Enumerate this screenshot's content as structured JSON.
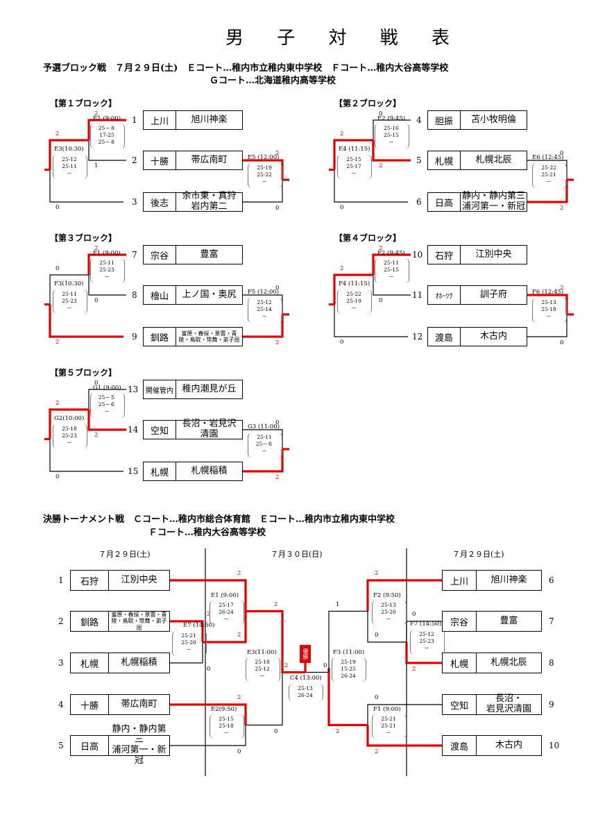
{
  "title": "男 子 対 戦 表",
  "prelim": {
    "header_line1": "予選ブロック戦　７月２９日(土)　Ｅコート…稚内市立稚内東中学校　Ｆコート…稚内大谷高等学校",
    "header_line2": "Ｇコート…北海道稚内高等学校",
    "blocks": [
      {
        "label": "【第１ブロック】",
        "side": "right",
        "teams": [
          {
            "no": "1",
            "pref": "上川",
            "school": "旭川神楽"
          },
          {
            "no": "2",
            "pref": "十勝",
            "school": "帯広南町"
          },
          {
            "no": "3",
            "pref": "後志",
            "school": "余市東・真狩\n岩内第二"
          }
        ],
        "m1": {
          "label": "E1 (9:00)",
          "scores": [
            "25－８",
            "17-25",
            "25－８"
          ],
          "top": "2",
          "bottom": "1"
        },
        "m2": {
          "label": "E3(10:30)",
          "scores": [
            "25-12",
            "25-11",
            "－"
          ],
          "top": "2",
          "bottom": "0"
        },
        "m3": {
          "label": "E5 (12:00)",
          "scores": [
            "25-19",
            "25-22",
            "－"
          ],
          "top": "2",
          "bottom": "0"
        }
      },
      {
        "label": "【第２ブロック】",
        "side": "left",
        "teams": [
          {
            "no": "4",
            "pref": "胆振",
            "school": "苫小牧明倫"
          },
          {
            "no": "5",
            "pref": "札幌",
            "school": "札幌北辰"
          },
          {
            "no": "6",
            "pref": "日高",
            "school": "静内・静内第三\n浦河第一・新冠"
          }
        ],
        "m1": {
          "label": "E2 (9:45)",
          "scores": [
            "25-16",
            "25-15",
            "－"
          ],
          "top": "0",
          "bottom": "2"
        },
        "m2": {
          "label": "E4 (11:15)",
          "scores": [
            "25-15",
            "25-17",
            "－"
          ],
          "top": "2",
          "bottom": "0"
        },
        "m3": {
          "label": "E6 (12:45)",
          "scores": [
            "25-22",
            "25-21",
            "－"
          ],
          "top": "0",
          "bottom": "2"
        }
      },
      {
        "label": "【第３ブロック】",
        "side": "right",
        "teams": [
          {
            "no": "7",
            "pref": "宗谷",
            "school": "豊富"
          },
          {
            "no": "8",
            "pref": "檜山",
            "school": "上ノ国・奥尻"
          },
          {
            "no": "9",
            "pref": "釧路",
            "school": "富原・春採・景雲・青\n陵・鳥取・幣舞・弟子屈"
          }
        ],
        "m1": {
          "label": "F1 (9:00)",
          "scores": [
            "25-11",
            "25-23",
            "－"
          ],
          "top": "2",
          "bottom": "0"
        },
        "m2": {
          "label": "F3(10:30)",
          "scores": [
            "25-11",
            "25-23",
            "－"
          ],
          "top": "0",
          "bottom": "2"
        },
        "m3": {
          "label": "F5 (12:00)",
          "scores": [
            "25-12",
            "25-14",
            "－"
          ],
          "top": "0",
          "bottom": "2"
        }
      },
      {
        "label": "【第４ブロック】",
        "side": "left",
        "teams": [
          {
            "no": "10",
            "pref": "石狩",
            "school": "江別中央"
          },
          {
            "no": "11",
            "pref": "ｵﾎｰﾂｸ",
            "school": "訓子府"
          },
          {
            "no": "12",
            "pref": "渡島",
            "school": "木古内"
          }
        ],
        "m1": {
          "label": "F2 (9:45)",
          "scores": [
            "25-11",
            "25-15",
            "－"
          ],
          "top": "2",
          "bottom": "0"
        },
        "m2": {
          "label": "F4 (11:15)",
          "scores": [
            "25-22",
            "25-19",
            "－"
          ],
          "top": "2",
          "bottom": "0"
        },
        "m3": {
          "label": "F6 (12:45)",
          "scores": [
            "25-13",
            "25-18",
            "－"
          ],
          "top": "2",
          "bottom": "0"
        }
      },
      {
        "label": "【第５ブロック】",
        "side": "right",
        "teams": [
          {
            "no": "13",
            "pref": "開催管内",
            "school": "稚内潮見が丘"
          },
          {
            "no": "14",
            "pref": "空知",
            "school": "長沼・岩見沢\n清園"
          },
          {
            "no": "15",
            "pref": "札幌",
            "school": "札幌稲積"
          }
        ],
        "m1": {
          "label": "G1 (9:00)",
          "scores": [
            "25－５",
            "25－６",
            "－"
          ],
          "top": "0",
          "bottom": "2"
        },
        "m2": {
          "label": "G2(10:00)",
          "scores": [
            "25-18",
            "25-23",
            "－"
          ],
          "top": "2",
          "bottom": "0"
        },
        "m3": {
          "label": "G3 (11:00)",
          "scores": [
            "25-11",
            "25－６",
            "－"
          ],
          "top": "0",
          "bottom": "2"
        }
      }
    ]
  },
  "final": {
    "header_line1": "決勝トーナメント戦　Ｃコート…稚内市総合体育館　Ｅコート…稚内市立稚内東中学校",
    "header_line2": "Ｆコート…稚内大谷高等学校",
    "days": [
      "７月２９日(土)",
      "７月３０日(日)",
      "７月２９日(土)"
    ],
    "left_teams": [
      {
        "no": "1",
        "pref": "石狩",
        "school": "江別中央"
      },
      {
        "no": "2",
        "pref": "釧路",
        "school": "富原・春採・景雲・青\n陵・鳥取・幣舞・弟子\n屈"
      },
      {
        "no": "3",
        "pref": "札幌",
        "school": "札幌稲積"
      },
      {
        "no": "4",
        "pref": "十勝",
        "school": "帯広南町"
      },
      {
        "no": "5",
        "pref": "日高",
        "school": "静内・静内第三\n浦河第一・新冠"
      }
    ],
    "right_teams": [
      {
        "no": "6",
        "pref": "上川",
        "school": "旭川神楽"
      },
      {
        "no": "7",
        "pref": "宗谷",
        "school": "豊富"
      },
      {
        "no": "8",
        "pref": "札幌",
        "school": "札幌北辰"
      },
      {
        "no": "9",
        "pref": "空知",
        "school": "長沼・\n岩見沢清園"
      },
      {
        "no": "10",
        "pref": "渡島",
        "school": "木古内"
      }
    ],
    "matches": {
      "E1": {
        "label": "E1 (9:00)",
        "scores": [
          "25-17",
          "26-24",
          "－"
        ],
        "top": "2",
        "bottom": "2"
      },
      "E7": {
        "label": "E7 (14:50)",
        "scores": [
          "25-21",
          "25-20",
          "－"
        ],
        "top": "2",
        "bottom": "0"
      },
      "E2": {
        "label": "E2(9:50)",
        "scores": [
          "25-15",
          "25-18",
          "－"
        ],
        "top": "2",
        "bottom": "0"
      },
      "E3": {
        "label": "E3(11:00)",
        "scores": [
          "25-18",
          "25-12",
          "－"
        ],
        "top": "2",
        "bottom": "0"
      },
      "C4": {
        "label": "C4 (13:00)",
        "scores": [
          "25-13",
          "26-24"
        ],
        "top": "2",
        "bottom": "0"
      },
      "F3": {
        "label": "F3 (11:00)",
        "scores": [
          "25-19",
          "15-25",
          "26-24"
        ],
        "top": "1",
        "bottom": "2"
      },
      "F2": {
        "label": "F2 (9:50)",
        "scores": [
          "25-13",
          "25-20",
          "－"
        ],
        "top": "2",
        "bottom": "0"
      },
      "F7": {
        "label": "F7 (14:50)",
        "scores": [
          "25-12",
          "25-23",
          "－"
        ],
        "top": "0",
        "bottom": "2"
      },
      "F1": {
        "label": "F1 (9:00)",
        "scores": [
          "25-21",
          "25-21",
          "－"
        ],
        "top": "0",
        "bottom": "2"
      }
    },
    "champion_label": "優勝"
  }
}
